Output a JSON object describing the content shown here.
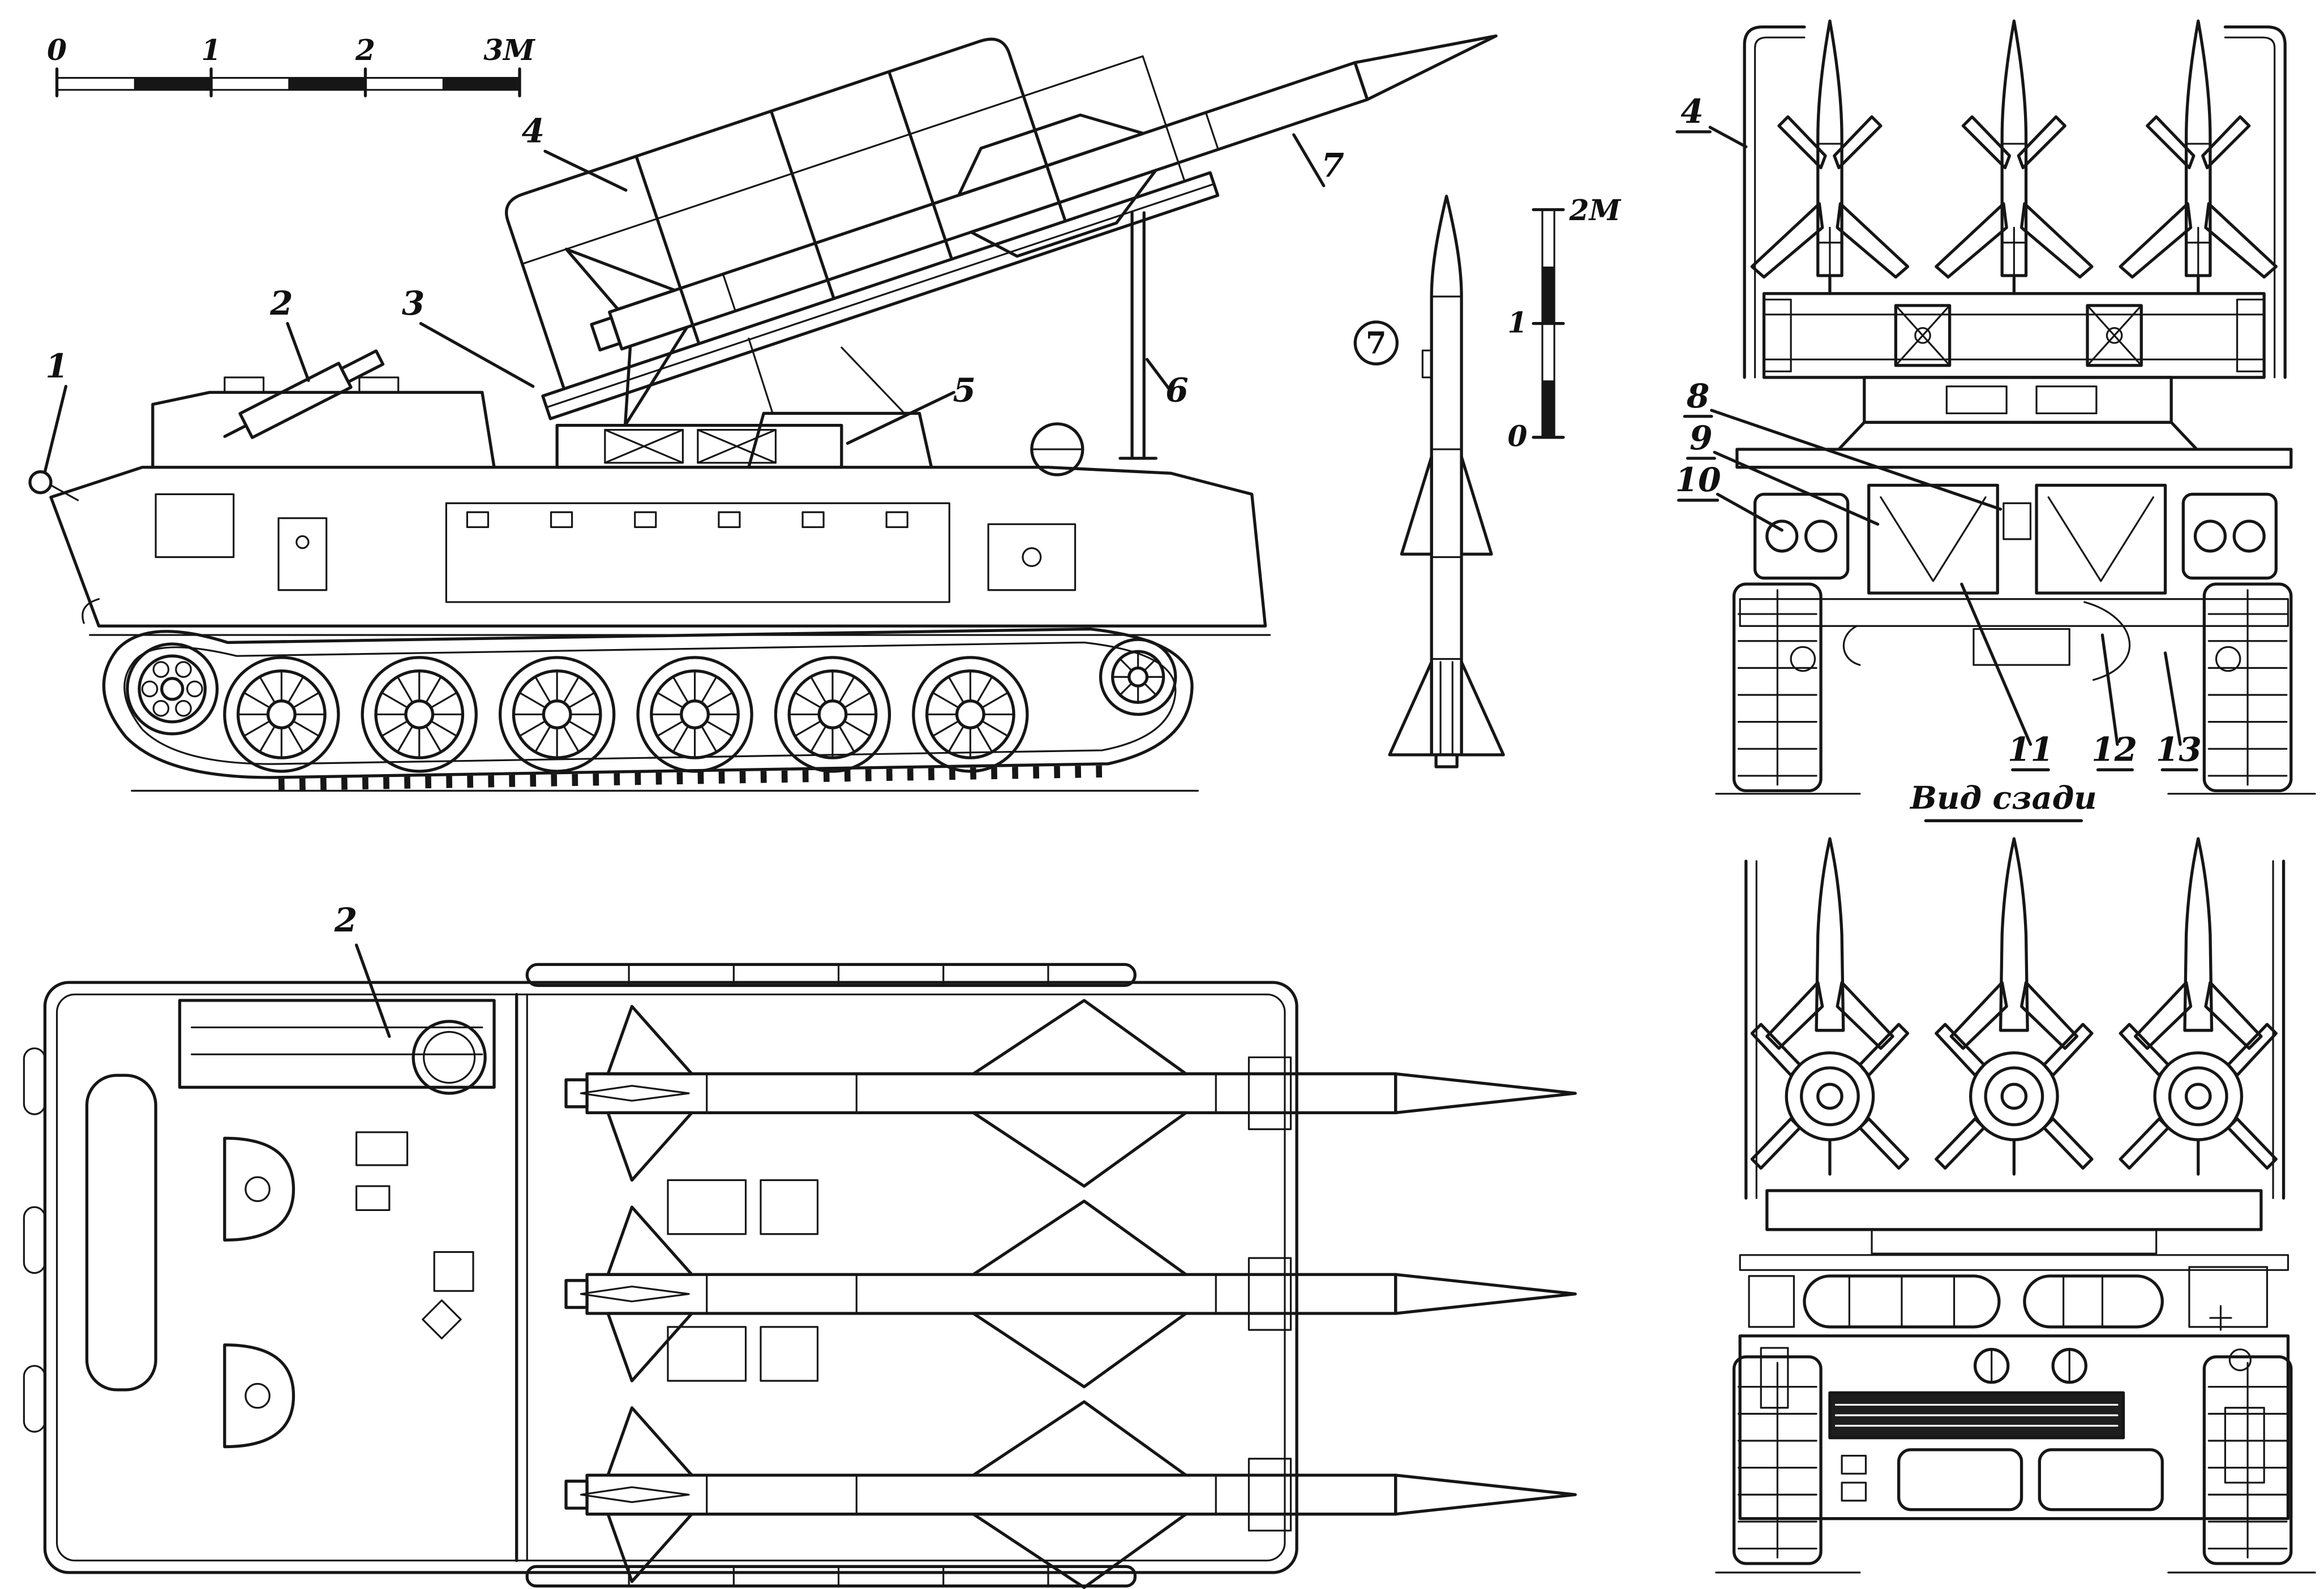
{
  "sheet": {
    "background": "#ffffff",
    "ink": "#161616"
  },
  "scales": {
    "horizontal": {
      "ticks": [
        "0",
        "1",
        "2",
        "3М"
      ]
    },
    "vertical": {
      "labels": [
        "2М",
        "1",
        "0"
      ]
    }
  },
  "side_view": {
    "callouts": [
      "1",
      "2",
      "3",
      "4",
      "5",
      "6",
      "7"
    ]
  },
  "missile_view": {
    "badge": "7"
  },
  "front_view": {
    "callouts": [
      "4",
      "8",
      "9",
      "10",
      "11",
      "12",
      "13"
    ]
  },
  "rear_view": {
    "caption": "Вид сзади"
  },
  "top_view": {
    "callouts": [
      "2"
    ]
  }
}
